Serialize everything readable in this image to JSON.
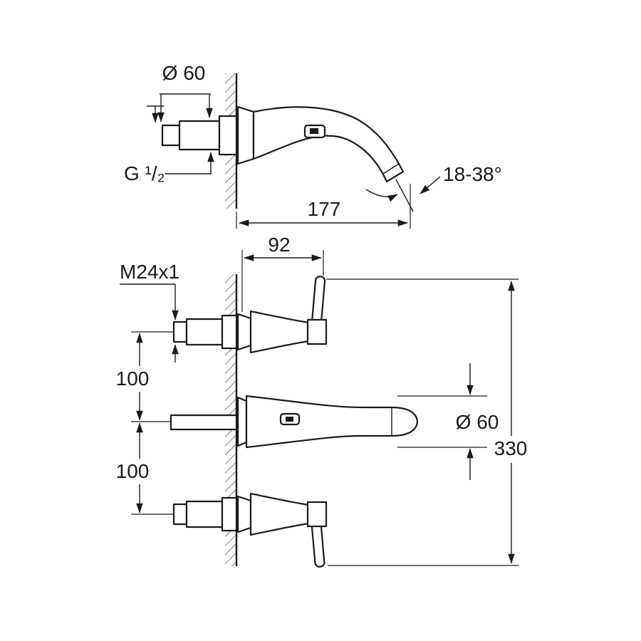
{
  "meta": {
    "background_color": "#ffffff",
    "line_color": "#1a1a1a",
    "drawing_kind": "faucet installation dimension drawing"
  },
  "side_view": {
    "dim_escutcheon_diameter": "Ø 60",
    "dim_thread": "G ¹/₂",
    "dim_spray_angle": "18-38°",
    "dim_spout_reach": "177"
  },
  "plan_view": {
    "dim_handle_projection": "92",
    "dim_valve_thread": "M24x1",
    "dim_spacing_upper": "100",
    "dim_spacing_lower": "100",
    "dim_spout_diameter": "Ø 60",
    "dim_overall_span": "330"
  }
}
